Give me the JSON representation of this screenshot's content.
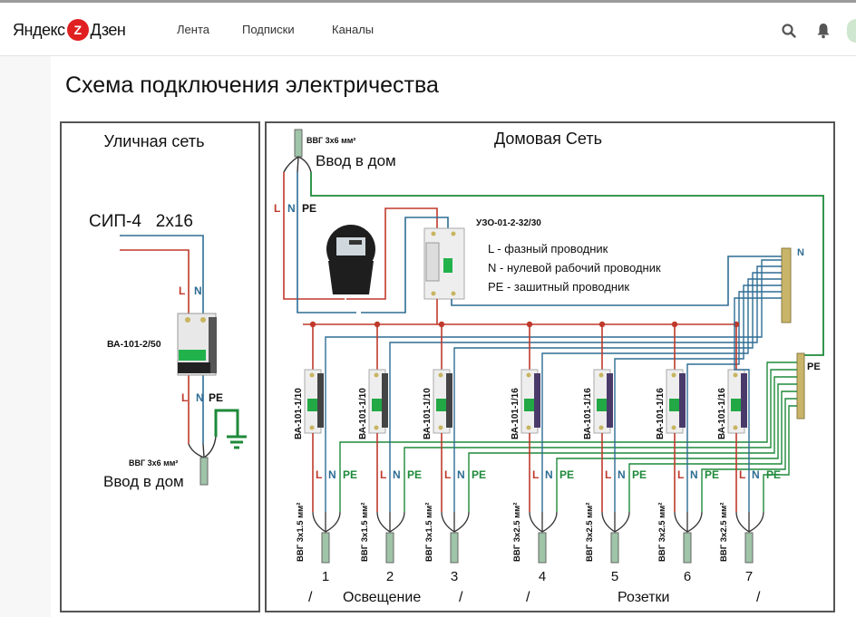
{
  "header": {
    "logo_text_left": "Яндекс",
    "logo_badge": "Z",
    "logo_text_right": "Дзен",
    "nav": [
      "Лента",
      "Подписки",
      "Каналы"
    ],
    "icons": [
      "search-icon",
      "bell-icon",
      "avatar"
    ]
  },
  "article": {
    "title": "Схема подключения электричества"
  },
  "diagram": {
    "colors": {
      "phase": "#c0392b",
      "neutral": "#2e6d94",
      "earth": "#1e8a3a",
      "frame": "#555555"
    },
    "street": {
      "title": "Уличная сеть",
      "cable": "СИП-4   2х16",
      "breaker": "ВА-101-2/50",
      "labels": {
        "L": "L",
        "N": "N",
        "PE": "PE"
      },
      "cable_label": "ВВГ 3х6 мм²",
      "entry": "Ввод в дом"
    },
    "house": {
      "title": "Домовая Сеть",
      "cable_label": "ВВГ 3х6 мм²",
      "entry": "Ввод в дом",
      "labels": {
        "L": "L",
        "N": "N",
        "PE": "PE"
      },
      "rcd": "УЗО-01-2-32/30",
      "legend": [
        "L - фазный проводник",
        "N - нулевой рабочий проводник",
        "PE - зашитный проводник"
      ],
      "bus_n": "N",
      "bus_pe": "PE",
      "circuits": [
        {
          "breaker": "ВА-101-1/10",
          "cable": "ВВГ 3х1.5 мм²",
          "number": "1"
        },
        {
          "breaker": "ВА-101-1/10",
          "cable": "ВВГ 3х1.5 мм²",
          "number": "2"
        },
        {
          "breaker": "ВА-101-1/10",
          "cable": "ВВГ 3х1.5 мм²",
          "number": "3"
        },
        {
          "breaker": "ВА-101-1/16",
          "cable": "ВВГ 3х2.5 мм²",
          "number": "4"
        },
        {
          "breaker": "ВА-101-1/16",
          "cable": "ВВГ 3х2.5 мм²",
          "number": "5"
        },
        {
          "breaker": "ВА-101-1/16",
          "cable": "ВВГ 3х2.5 мм²",
          "number": "6"
        },
        {
          "breaker": "ВА-101-1/16",
          "cable": "ВВГ 3х2.5 мм²",
          "number": "7"
        }
      ],
      "group_lighting": "Освещение",
      "group_sockets": "Розетки",
      "slash": "/"
    }
  }
}
